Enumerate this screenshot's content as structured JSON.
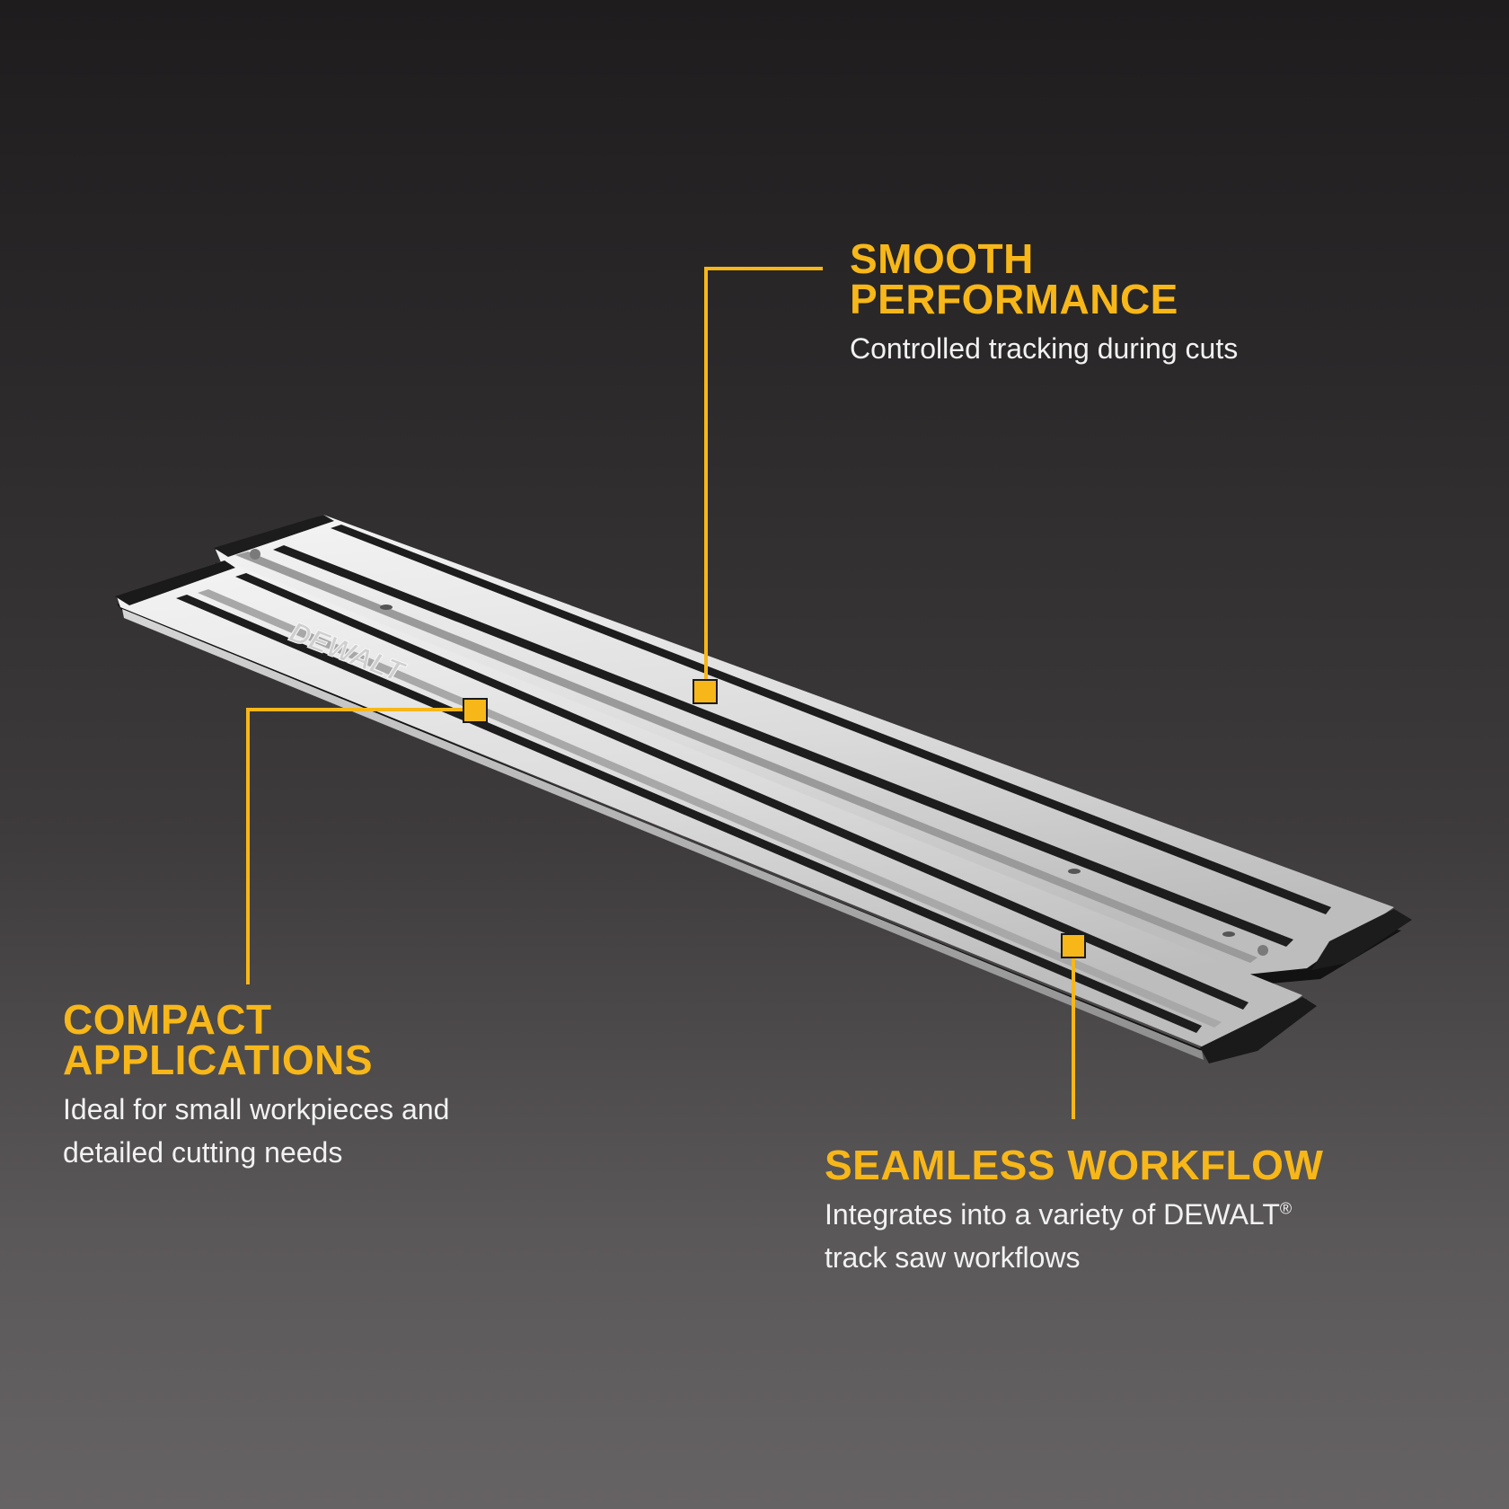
{
  "accent_color": "#f7b719",
  "background_colors": [
    "#1e1c1d",
    "#666364"
  ],
  "product": {
    "image_name": "dewalt-guide-rail-track-pair",
    "embossed_logo": "DEWALT"
  },
  "callouts": {
    "smooth": {
      "title_line1": "SMOOTH",
      "title_line2": "PERFORMANCE",
      "description": "Controlled tracking during cuts"
    },
    "compact": {
      "title_line1": "COMPACT",
      "title_line2": "APPLICATIONS",
      "description_line1": "Ideal for small workpieces and",
      "description_line2": "detailed cutting needs"
    },
    "seamless": {
      "title_line1": "SEAMLESS WORKFLOW",
      "description_line1": "Integrates into a variety of DEWALT",
      "registered_mark": "®",
      "description_line2": "track saw workflows"
    }
  }
}
